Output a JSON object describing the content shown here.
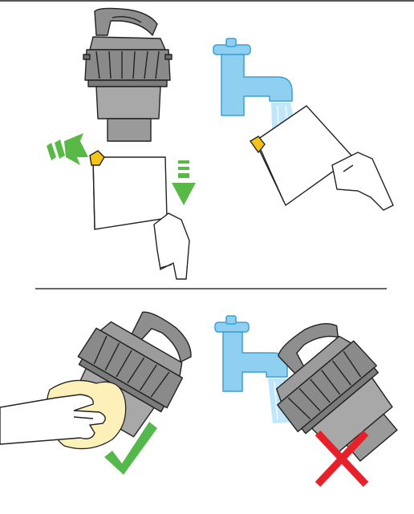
{
  "colors": {
    "gray_body": "#a3a3a3",
    "gray_dark": "#6d6d6d",
    "outline": "#222222",
    "tap_blue": "#8fd0f0",
    "tap_blue_dark": "#3a9fd8",
    "water": "#bfe6fa",
    "green_arrow": "#58b947",
    "green_check": "#55b84a",
    "red_cross": "#e8202a",
    "latch_yellow": "#f6c416",
    "cloth": "#fdf0b8"
  },
  "panels": [
    {
      "id": "remove-filter",
      "icons": [
        "cyclone-icon",
        "filter-shroud-icon",
        "press-arrow-icon",
        "down-arrow-icon",
        "hand-icon"
      ]
    },
    {
      "id": "rinse-shroud",
      "icons": [
        "tap-icon",
        "water-stream-icon",
        "filter-shroud-icon",
        "hand-icon"
      ]
    },
    {
      "id": "wipe-cyclone",
      "icons": [
        "cyclone-icon",
        "cloth-icon",
        "hand-icon",
        "check-icon"
      ]
    },
    {
      "id": "no-rinse-cyclone",
      "icons": [
        "tap-icon",
        "water-stream-icon",
        "cyclone-icon",
        "cross-icon"
      ]
    }
  ]
}
